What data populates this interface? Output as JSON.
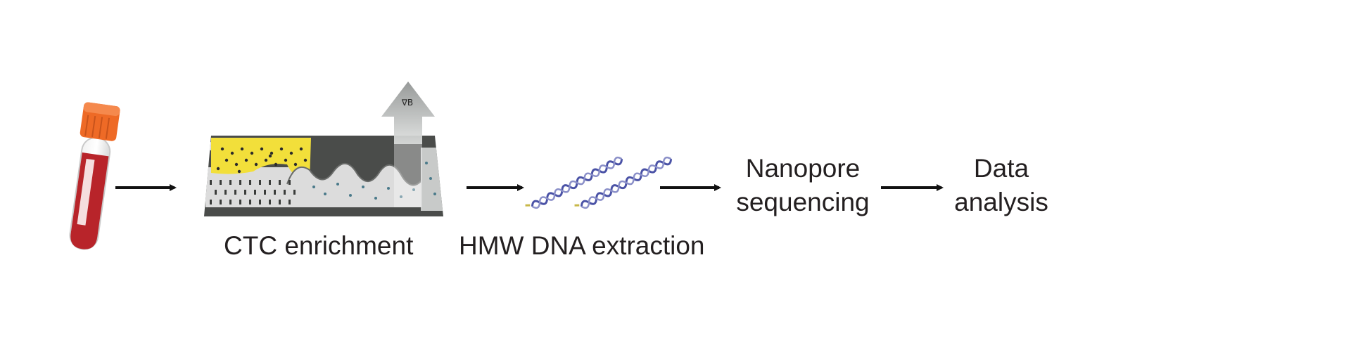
{
  "steps": {
    "ctc": {
      "label": "CTC enrichment"
    },
    "hmw": {
      "label": "HMW DNA extraction"
    },
    "nanopore": {
      "line1": "Nanopore",
      "line2": "sequencing"
    },
    "analysis": {
      "line1": "Data",
      "line2": "analysis"
    }
  },
  "device": {
    "gradient_symbol": "∇B"
  },
  "colors": {
    "tube_cap": "#ee6a26",
    "blood": "#b8242a",
    "chip_body": "#4a4c4a",
    "chip_channel": "#dcdcdc",
    "enrichment_zone": "#f2df3a",
    "dna_helix": "#4a52a6",
    "arrow": "#111111",
    "text": "#231f20"
  }
}
